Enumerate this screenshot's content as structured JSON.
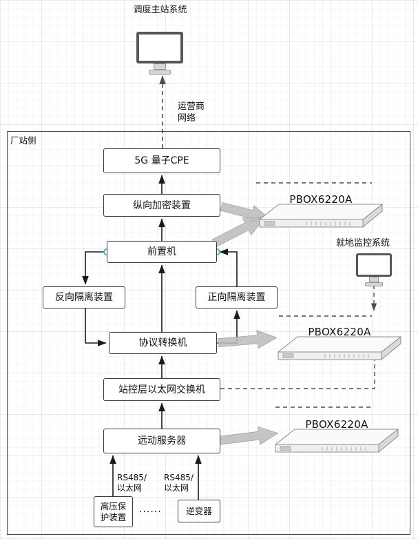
{
  "colors": {
    "box_border": "#3b3b3b",
    "connector": "#1a1a1a",
    "dashed_connector": "#4d4d4d",
    "gray_arrow": "#bdbdbd",
    "connection_point": "#3fb9c5",
    "monitor_border": "#575757"
  },
  "header": {
    "master_system": "调度主站系统",
    "carrier_line1": "运营商",
    "carrier_line2": "网络"
  },
  "station": {
    "label": "厂站侧"
  },
  "nodes": {
    "cpe": "5G 量子CPE",
    "encryption": "纵向加密装置",
    "front_end": "前置机",
    "reverse_isolation": "反向隔离装置",
    "forward_isolation": "正向隔离装置",
    "protocol_converter": "协议转换机",
    "ethernet_switch": "站控层以太网交换机",
    "remote_server": "远动服务器",
    "hv_protection_line1": "高压保",
    "hv_protection_line2": "护装置",
    "ellipsis": "......",
    "inverter": "逆变器"
  },
  "devices": {
    "pbox1": "PBOX6220A",
    "pbox2": "PBOX6220A",
    "pbox3": "PBOX6220A"
  },
  "monitors": {
    "local_label": "就地监控系统"
  },
  "bus_labels": {
    "rs485_a_line1": "RS485/",
    "rs485_a_line2": "以太网",
    "rs485_b_line1": "RS485/",
    "rs485_b_line2": "以太网"
  }
}
